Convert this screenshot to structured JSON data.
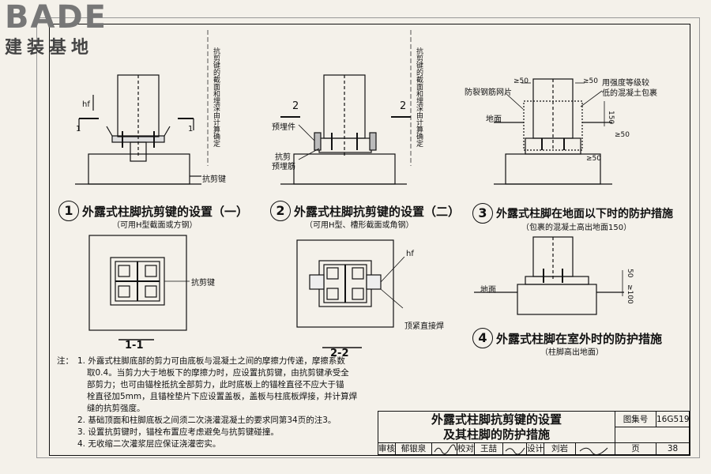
{
  "brand": {
    "logo_text": "BADE",
    "sub_text": "建装基地"
  },
  "details": [
    {
      "num": "1",
      "title": "外露式柱脚抗剪键的设置（一）",
      "subtitle": "（可用H型截面或方钢）",
      "labels": {
        "shear_key": "抗剪键",
        "cut": "1",
        "weld": "hf",
        "vertical": "抗剪键的截面和埋深由计算确定"
      }
    },
    {
      "num": "2",
      "title": "外露式柱脚抗剪键的设置（二）",
      "subtitle": "（可用H型、槽形截面或角钢）",
      "labels": {
        "embed": "预埋件",
        "rebar_a": "抗剪",
        "rebar_b": "预埋筋",
        "cut": "2",
        "vertical": "抗剪键的截面和埋深由计算确定"
      }
    },
    {
      "num": "3",
      "title": "外露式柱脚在地面以下时的防护措施",
      "subtitle": "（包裹的混凝土高出地面150）",
      "labels": {
        "mesh": "防裂钢筋网片",
        "encase_a": "用强度等级较",
        "encase_b": "低的混凝土包裹",
        "ground": "地面",
        "d50a": "≥50",
        "d50b": "≥50",
        "d150": "150",
        "d50c": "≥50",
        "d50d": "≥50"
      }
    },
    {
      "num": "4",
      "title": "外露式柱脚在室外时的防护措施",
      "subtitle": "（柱脚高出地面）",
      "labels": {
        "ground": "地面",
        "d50": "50",
        "d100": "≥100"
      }
    }
  ],
  "sections": [
    {
      "label": "1-1",
      "callout": "抗剪键"
    },
    {
      "label": "2-2",
      "weld": "hf",
      "callout": "顶紧直接焊"
    }
  ],
  "notes": {
    "lead": "注：",
    "items": [
      "1. 外露式柱脚底部的剪力可由底板与混凝土之间的摩擦力传递，摩擦系数",
      "取0.4。当剪力大于地板下的摩擦力时，应设置抗剪键，由抗剪键承受全",
      "部剪力；也可由锚栓抵抗全部剪力，此时底板上的锚栓直径不应大于锚",
      "栓直径加5mm，且锚栓垫片下应设置盖板，盖板与柱底板焊接，并计算焊",
      "缝的抗剪强度。",
      "2. 基础顶面和柱脚底板之间须二次浇灌混凝土的要求同第34页的注3。",
      "3. 设置抗剪键时，锚栓布置应考虑避免与抗剪键碰撞。",
      "4. 无收缩二次灌浆层应保证浇灌密实。"
    ]
  },
  "titleblock": {
    "title_line1": "外露式柱脚抗剪键的设置",
    "title_line2": "及其柱脚的防护措施",
    "atlas_label": "图集号",
    "atlas_no": "16G519",
    "page_label": "页",
    "page_no": "38",
    "review_label": "审核",
    "reviewer": "郁银泉",
    "check_label": "校对",
    "checker": "王喆",
    "design_label": "设计",
    "designer": "刘岩"
  }
}
